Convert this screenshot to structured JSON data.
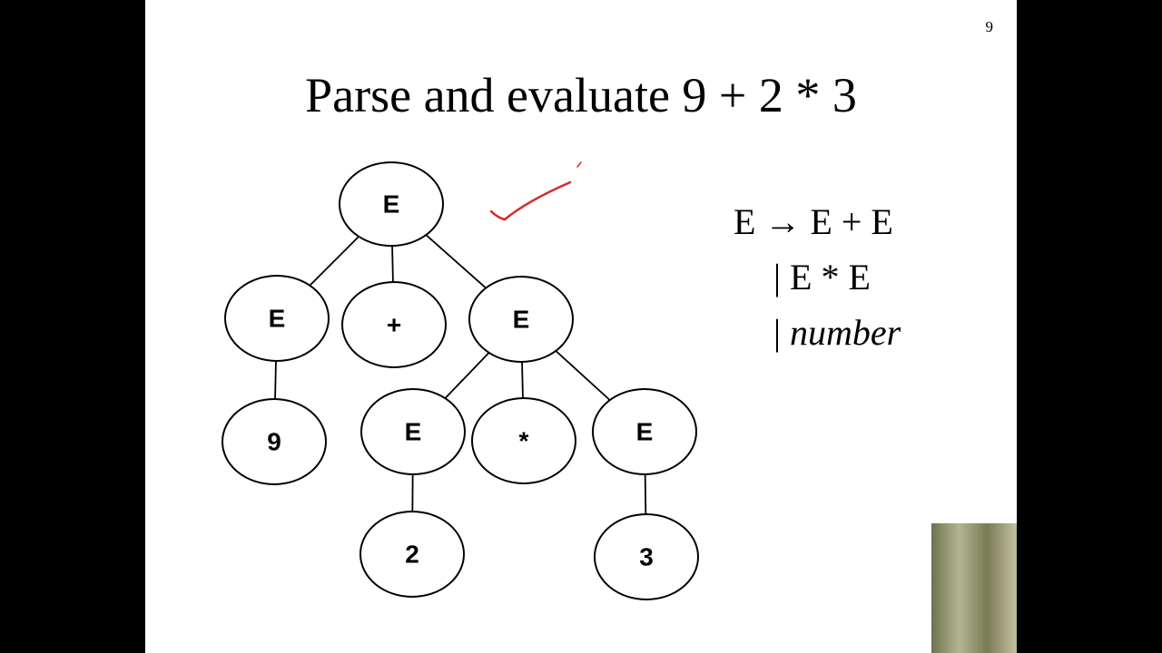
{
  "slide": {
    "page_number": "9",
    "title": "Parse and evaluate 9 + 2 * 3"
  },
  "tree": {
    "nodes": [
      {
        "id": "root",
        "label": "E"
      },
      {
        "id": "left-e",
        "label": "E"
      },
      {
        "id": "plus",
        "label": "+"
      },
      {
        "id": "right-e",
        "label": "E"
      },
      {
        "id": "nine",
        "label": "9"
      },
      {
        "id": "inner-left-e",
        "label": "E"
      },
      {
        "id": "star",
        "label": "*"
      },
      {
        "id": "inner-right-e",
        "label": "E"
      },
      {
        "id": "two",
        "label": "2"
      },
      {
        "id": "three",
        "label": "3"
      }
    ],
    "edges": [
      [
        "root",
        "left-e"
      ],
      [
        "root",
        "plus"
      ],
      [
        "root",
        "right-e"
      ],
      [
        "left-e",
        "nine"
      ],
      [
        "right-e",
        "inner-left-e"
      ],
      [
        "right-e",
        "star"
      ],
      [
        "right-e",
        "inner-right-e"
      ],
      [
        "inner-left-e",
        "two"
      ],
      [
        "inner-right-e",
        "three"
      ]
    ]
  },
  "grammar": {
    "rule1": "E → E + E",
    "rule2": "| E * E",
    "rule3_bar": "| ",
    "rule3_term": "number"
  },
  "colors": {
    "annotation": "#d42a2a",
    "ink": "#000000",
    "background": "#ffffff"
  }
}
